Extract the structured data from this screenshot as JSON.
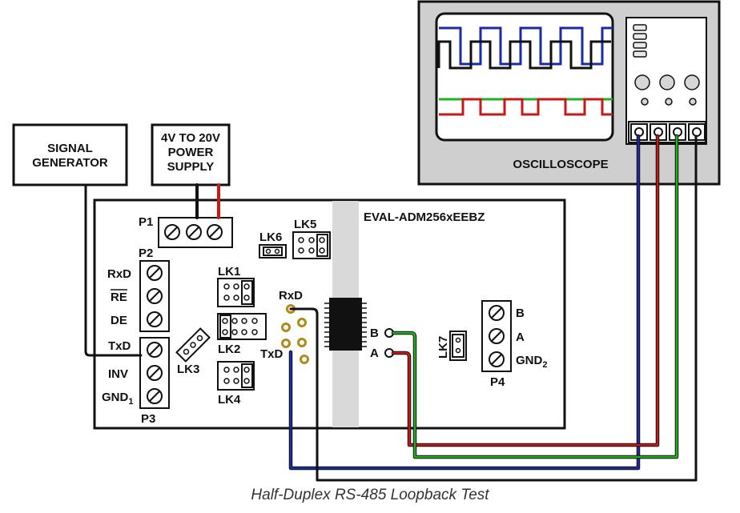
{
  "signal_generator": {
    "line1": "SIGNAL",
    "line2": "GENERATOR"
  },
  "power_supply": {
    "line1": "4V TO 20V",
    "line2": "POWER",
    "line3": "SUPPLY"
  },
  "oscilloscope": {
    "label": "OSCILLOSCOPE"
  },
  "board": {
    "title": "EVAL-ADM256xEEBZ",
    "p1": "P1",
    "p2": {
      "name": "P2",
      "pins": [
        "RxD",
        "RE",
        "DE"
      ]
    },
    "p3": {
      "name": "P3",
      "pins": [
        "TxD",
        "INV",
        "GND",
        "1"
      ]
    },
    "p4": {
      "name": "P4",
      "pins": [
        "B",
        "A",
        "GND",
        "2"
      ]
    },
    "links": {
      "lk1": "LK1",
      "lk2": "LK2",
      "lk3": "LK3",
      "lk4": "LK4",
      "lk5": "LK5",
      "lk6": "LK6",
      "lk7": "LK7"
    },
    "test_points": {
      "rxd": "RxD",
      "txd": "TxD",
      "b": "B",
      "a": "A"
    }
  },
  "caption": "Half-Duplex RS-485 Loopback Test",
  "colors": {
    "blue": "#1a2aa8",
    "red": "#c81818",
    "green": "#22b022",
    "black": "#111111",
    "scope_bg": "#cfcfcf"
  }
}
